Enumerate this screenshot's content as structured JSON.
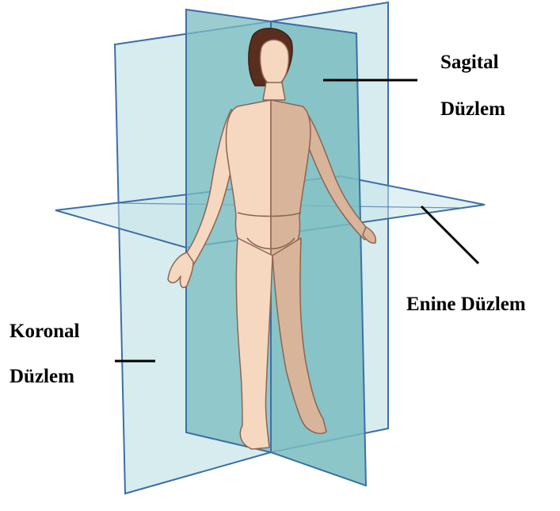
{
  "labels": {
    "sagittal_line1": "Sagital",
    "sagittal_line2": "Düzlem",
    "transverse": "Enine Düzlem",
    "coronal_line1": "Koronal",
    "coronal_line2": "Düzlem"
  },
  "colors": {
    "plane_fill": "#c9e6ea",
    "sagittal_plane_fill": "#79bcc0",
    "plane_edge": "#3c6fa5",
    "skin_light": "#f6d7c0",
    "skin_shadow": "#d8b49a",
    "skin_outline": "#8d6550",
    "hair": "#5a2e1f",
    "leader_line": "#000000",
    "text": "#000000"
  }
}
